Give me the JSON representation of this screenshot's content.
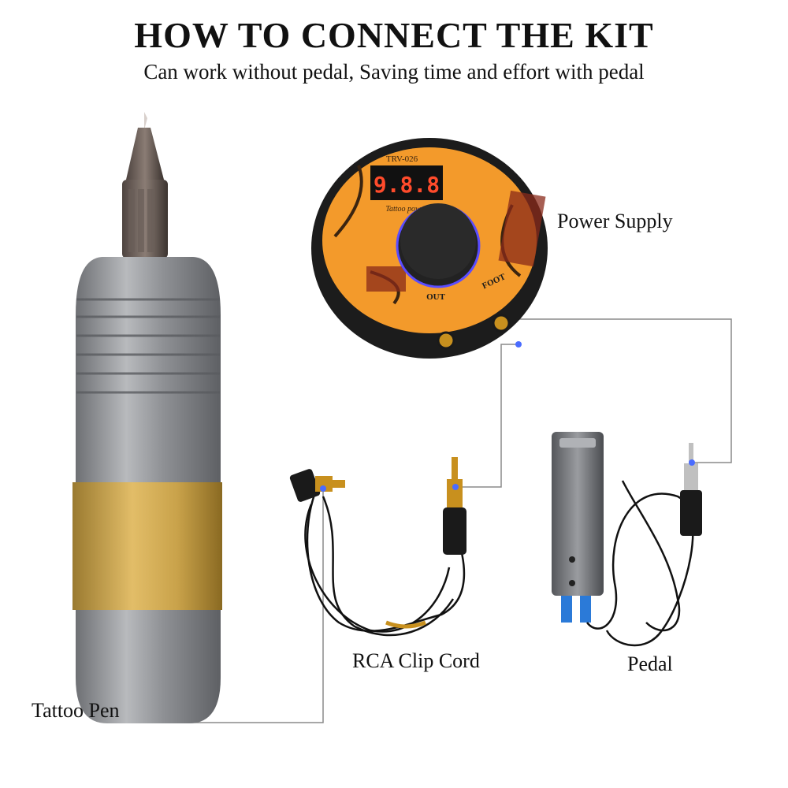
{
  "header": {
    "title": "HOW TO CONNECT THE KIT",
    "subtitle": "Can work without pedal, Saving time and effort with pedal"
  },
  "components": {
    "power_supply": {
      "label": "Power Supply",
      "model": "TRV-026",
      "display": "9.8.8",
      "caption": "Tattoo power supply",
      "port_out": "OUT",
      "port_foot": "FOOT"
    },
    "rca_cord": {
      "label": "RCA Clip Cord"
    },
    "pedal": {
      "label": "Pedal"
    },
    "pen": {
      "label": "Tattoo Pen"
    }
  },
  "colors": {
    "connector_line": "#8a8a8a",
    "pen_grip": "#c9a24a",
    "pen_body": "#8c8e92",
    "power_face": "#f39a2b",
    "connector_dot": "#4a6cff"
  }
}
